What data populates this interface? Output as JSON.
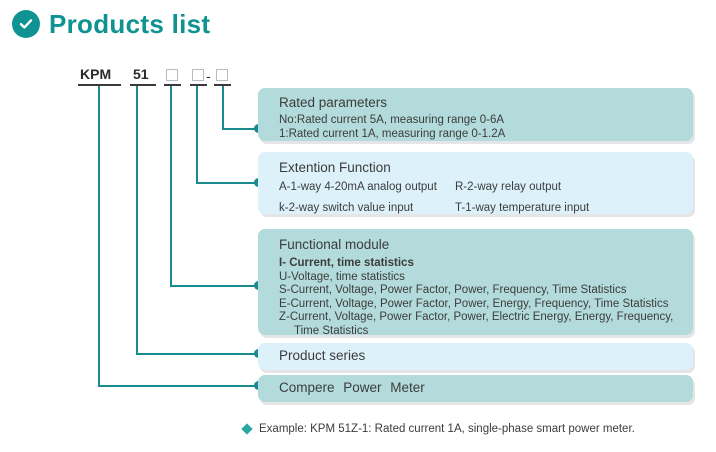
{
  "header": {
    "title": "Products list",
    "icon": "check-circle-icon",
    "accent_color": "#0e9392"
  },
  "product_code": {
    "segments": [
      {
        "text": "KPM",
        "type": "text",
        "underlined": true
      },
      {
        "text": "51",
        "type": "text",
        "underlined": true
      },
      {
        "text": "",
        "type": "box"
      },
      {
        "text": "",
        "type": "box"
      },
      {
        "text": "-",
        "type": "dash"
      },
      {
        "text": "",
        "type": "box"
      }
    ]
  },
  "panels": [
    {
      "name": "rated-parameters",
      "style": "teal",
      "title": "Rated parameters",
      "lines": [
        "No:Rated current 5A, measuring range 0-6A",
        "1:Rated current 1A, measuring range 0-1.2A"
      ]
    },
    {
      "name": "extention-function",
      "style": "blue",
      "title": "Extention Function",
      "col_a": [
        "A-1-way 4-20mA analog output",
        "k-2-way switch value input"
      ],
      "col_b": [
        "R-2-way relay output",
        "T-1-way temperature input"
      ]
    },
    {
      "name": "functional-module",
      "style": "teal",
      "title": "Functional module",
      "lines": [
        "I- Current, time statistics",
        "U-Voltage, time statistics",
        "S-Current, Voltage, Power Factor, Power, Frequency, Time Statistics",
        "E-Current, Voltage, Power Factor, Power, Energy, Frequency, Time Statistics",
        "Z-Current, Voltage, Power Factor, Power, Electric Energy, Energy, Frequency,",
        "Time Statistics"
      ]
    },
    {
      "name": "product-series",
      "style": "blue",
      "label": "Product series"
    },
    {
      "name": "compere-power-meter",
      "style": "teal",
      "label": "Compere  Power  Meter"
    }
  ],
  "footnote": {
    "bullet": "diamond-bullet-icon",
    "text": "Example: KPM 51Z-1: Rated current 1A, single-phase smart power meter."
  },
  "colors": {
    "teal_panel": "#b3dbdb",
    "blue_panel": "#ddf1fb",
    "leader_line": "#1b8a8f",
    "accent": "#0e9392"
  }
}
